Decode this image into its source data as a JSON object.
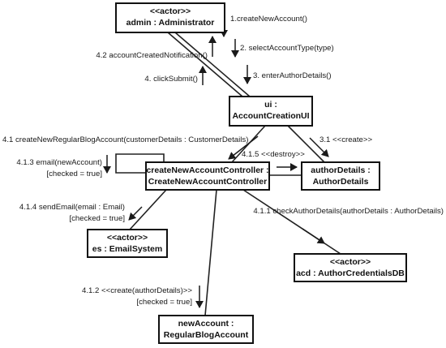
{
  "objects": {
    "admin": {
      "stereotype": "<<actor>>",
      "name": "admin : Administrator"
    },
    "ui": {
      "line1": "ui :",
      "line2": "AccountCreationUI"
    },
    "controller": {
      "line1": "createNewAccountController :",
      "line2": "CreateNewAccountController"
    },
    "author_details": {
      "line1": "authorDetails :",
      "line2": "AuthorDetails"
    },
    "email_system": {
      "stereotype": "<<actor>>",
      "name": "es : EmailSystem"
    },
    "credentials_db": {
      "stereotype": "<<actor>>",
      "name": "acd : AuthorCredentialsDB"
    },
    "new_account": {
      "line1": "newAccount :",
      "line2": "RegularBlogAccount"
    }
  },
  "messages": {
    "m1": "1.createNewAccount()",
    "m2": "2. selectAccountType(type)",
    "m3": "3. enterAuthorDetails()",
    "m4": "4. clickSubmit()",
    "m4_2": "4.2 accountCreatedNotification()",
    "m4_1": "4.1 createNewRegularBlogAccount(customerDetails : CustomerDetails)",
    "m3_1": "3.1 <<create>>",
    "m4_1_5": "4.1.5 <<destroy>>",
    "m4_1_3_line1": "4.1.3 email(newAccount)",
    "m4_1_3_line2": "[checked = true]",
    "m4_1_4_line1": "4.1.4 sendEmail(email : Email)",
    "m4_1_4_line2": "[checked = true]",
    "m4_1_1": "4.1.1 checkAuthorDetails(authorDetails : AuthorDetails)",
    "m4_1_2_line1": "4.1.2 <<create(authorDetails)>>",
    "m4_1_2_line2": "[checked = true]"
  }
}
